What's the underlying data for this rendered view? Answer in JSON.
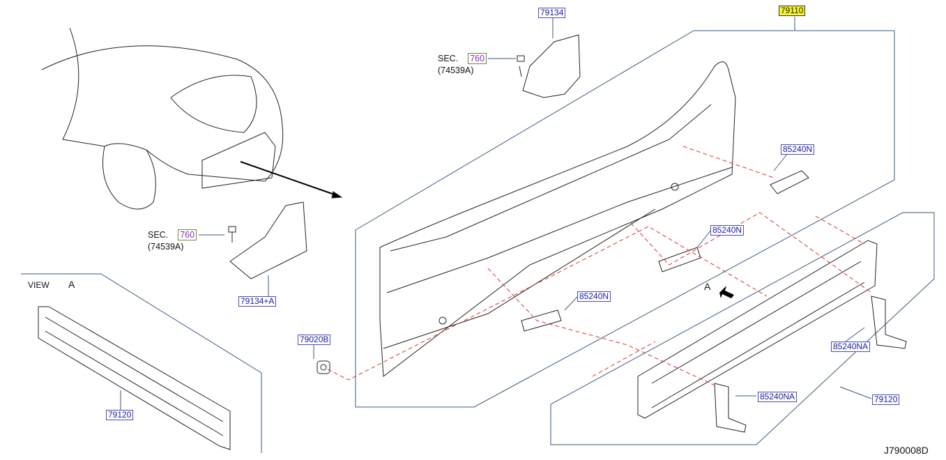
{
  "labels": {
    "bracket_upper": "79134",
    "panel_rear": "79110",
    "clip_1": "85240N",
    "clip_2": "85240N",
    "clip_3": "85240N",
    "bracket_lower": "79134+A",
    "nut": "79020B",
    "bracket_na_1": "85240NA",
    "bracket_na_2": "85240NA",
    "reinforcement": "79120",
    "reinforcement_view": "79120"
  },
  "sec_refs": [
    {
      "prefix": "SEC.",
      "ref": "760",
      "part": "(74539A)"
    },
    {
      "prefix": "SEC.",
      "ref": "760",
      "part": "(74539A)"
    }
  ],
  "view": {
    "label": "VIEW",
    "letter": "A"
  },
  "arrow_a": "A",
  "diagram_id": "J790008D",
  "colors": {
    "label_text": "#1a1aa0",
    "highlight": "#f6f62a",
    "dash_line": "#e03030",
    "line": "#3a5a80"
  }
}
